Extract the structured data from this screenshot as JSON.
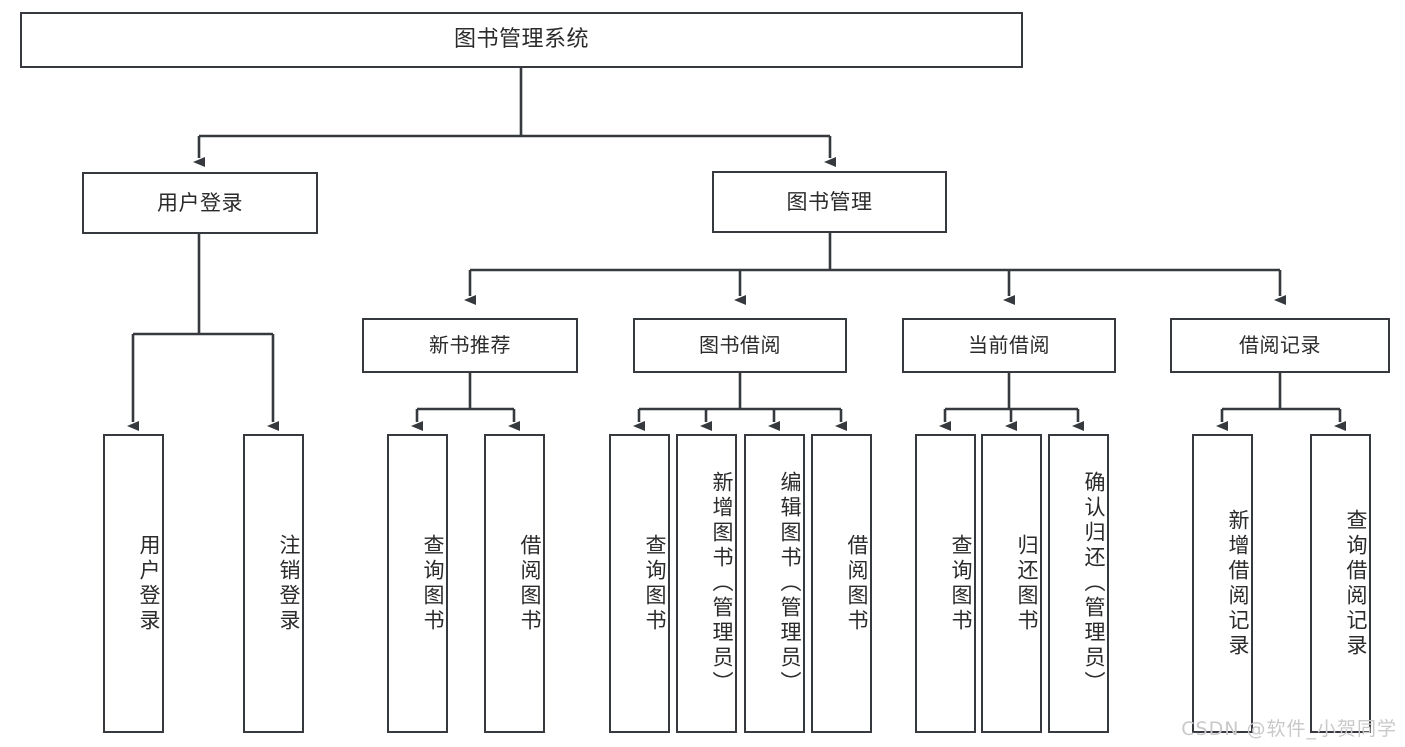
{
  "diagram": {
    "title": "图书管理系统",
    "type": "functional-structure-tree",
    "stroke_color": "#36393d",
    "fill_color": "#ffffff",
    "text_color": "#2b2b2b",
    "watermark": "CSDN @软件_小贺同学"
  },
  "nodes": {
    "root": {
      "label": "图书管理系统"
    },
    "level2": [
      {
        "id": "user-login",
        "label": "用户登录"
      },
      {
        "id": "book-manage",
        "label": "图书管理"
      }
    ],
    "level3": [
      {
        "id": "new-book-rec",
        "label": "新书推荐"
      },
      {
        "id": "book-borrow",
        "label": "图书借阅"
      },
      {
        "id": "current-borrow",
        "label": "当前借阅"
      },
      {
        "id": "borrow-record",
        "label": "借阅记录"
      }
    ],
    "leaves": {
      "user_login": [
        {
          "id": "leaf-user-login",
          "label": "用户登录"
        },
        {
          "id": "leaf-logout",
          "label": "注销登录"
        }
      ],
      "new_book_rec": [
        {
          "id": "leaf-query-book-1",
          "label": "查询图书"
        },
        {
          "id": "leaf-borrow-book-1",
          "label": "借阅图书"
        }
      ],
      "book_borrow": [
        {
          "id": "leaf-query-book-2",
          "label": "查询图书"
        },
        {
          "id": "leaf-add-book",
          "label": "新增图书（管理员）"
        },
        {
          "id": "leaf-edit-book",
          "label": "编辑图书（管理员）"
        },
        {
          "id": "leaf-borrow-book-2",
          "label": "借阅图书"
        }
      ],
      "current_borrow": [
        {
          "id": "leaf-query-book-3",
          "label": "查询图书"
        },
        {
          "id": "leaf-return-book",
          "label": "归还图书"
        },
        {
          "id": "leaf-confirm-return",
          "label": "确认归还（管理员）"
        }
      ],
      "borrow_record": [
        {
          "id": "leaf-add-record",
          "label": "新增借阅记录"
        },
        {
          "id": "leaf-query-record",
          "label": "查询借阅记录"
        }
      ]
    }
  }
}
